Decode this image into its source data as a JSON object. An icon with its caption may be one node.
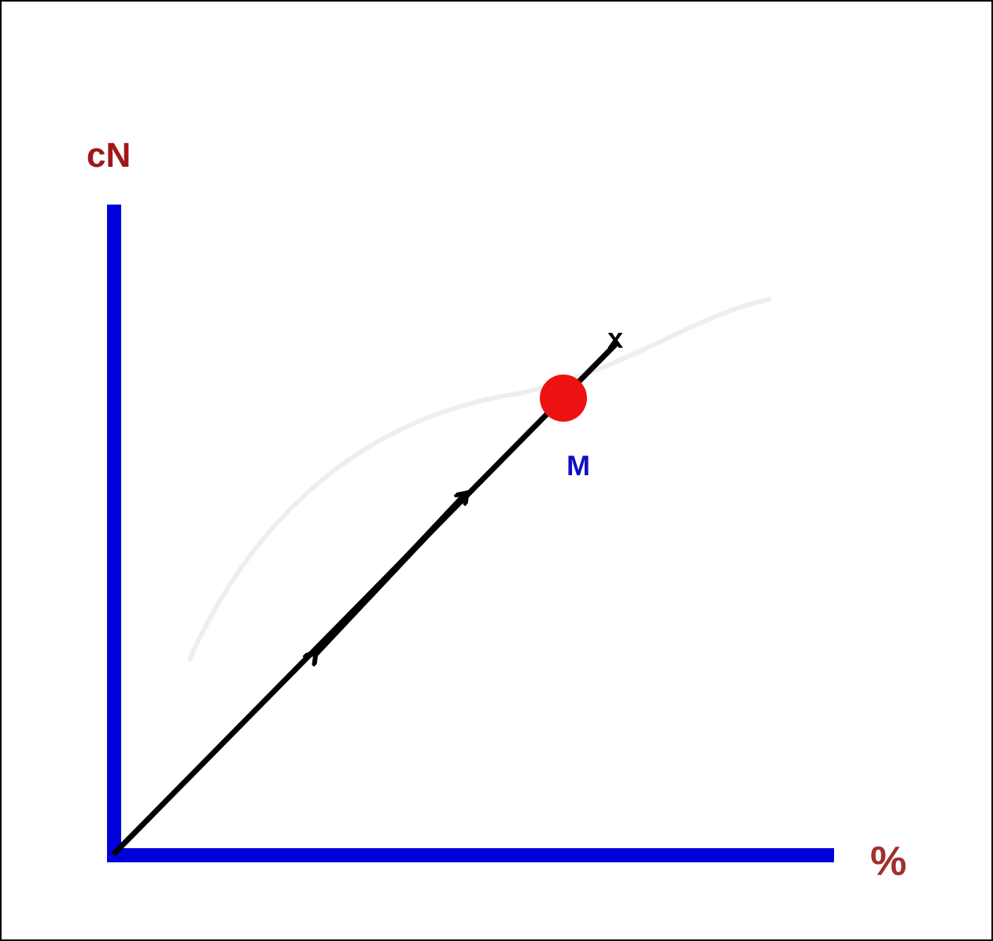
{
  "diagram": {
    "labels": [
      "cN",
      "x",
      "M",
      "%"
    ]
  }
}
